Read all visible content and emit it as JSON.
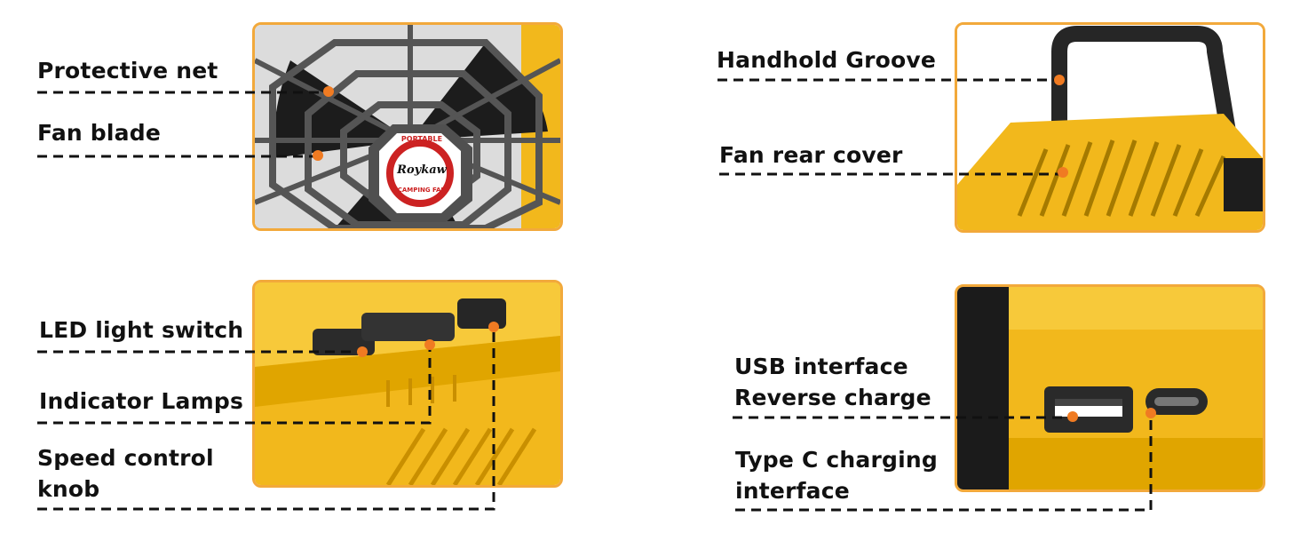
{
  "labels": {
    "protective_net": "Protective net",
    "fan_blade": "Fan blade",
    "led_light_switch": "LED light switch",
    "indicator_lamps": "Indicator Lamps",
    "speed_control_knob_1": "Speed control",
    "speed_control_knob_2": "knob",
    "handhold_groove": "Handhold Groove",
    "fan_rear_cover": "Fan rear cover",
    "usb_interface": "USB interface",
    "reverse_charge": "Reverse charge",
    "type_c_1": "Type C charging",
    "type_c_2": "interface"
  },
  "badge": {
    "top": "PORTABLE",
    "brand": "Roykaw",
    "bottom": "CAMPING FAN"
  },
  "colors": {
    "panel_border": "#f2a93b",
    "product_yellow": "#f2b81c",
    "fan_grey": "#4a4a4a",
    "marker_dot": "#f07b22",
    "text": "#111111"
  }
}
